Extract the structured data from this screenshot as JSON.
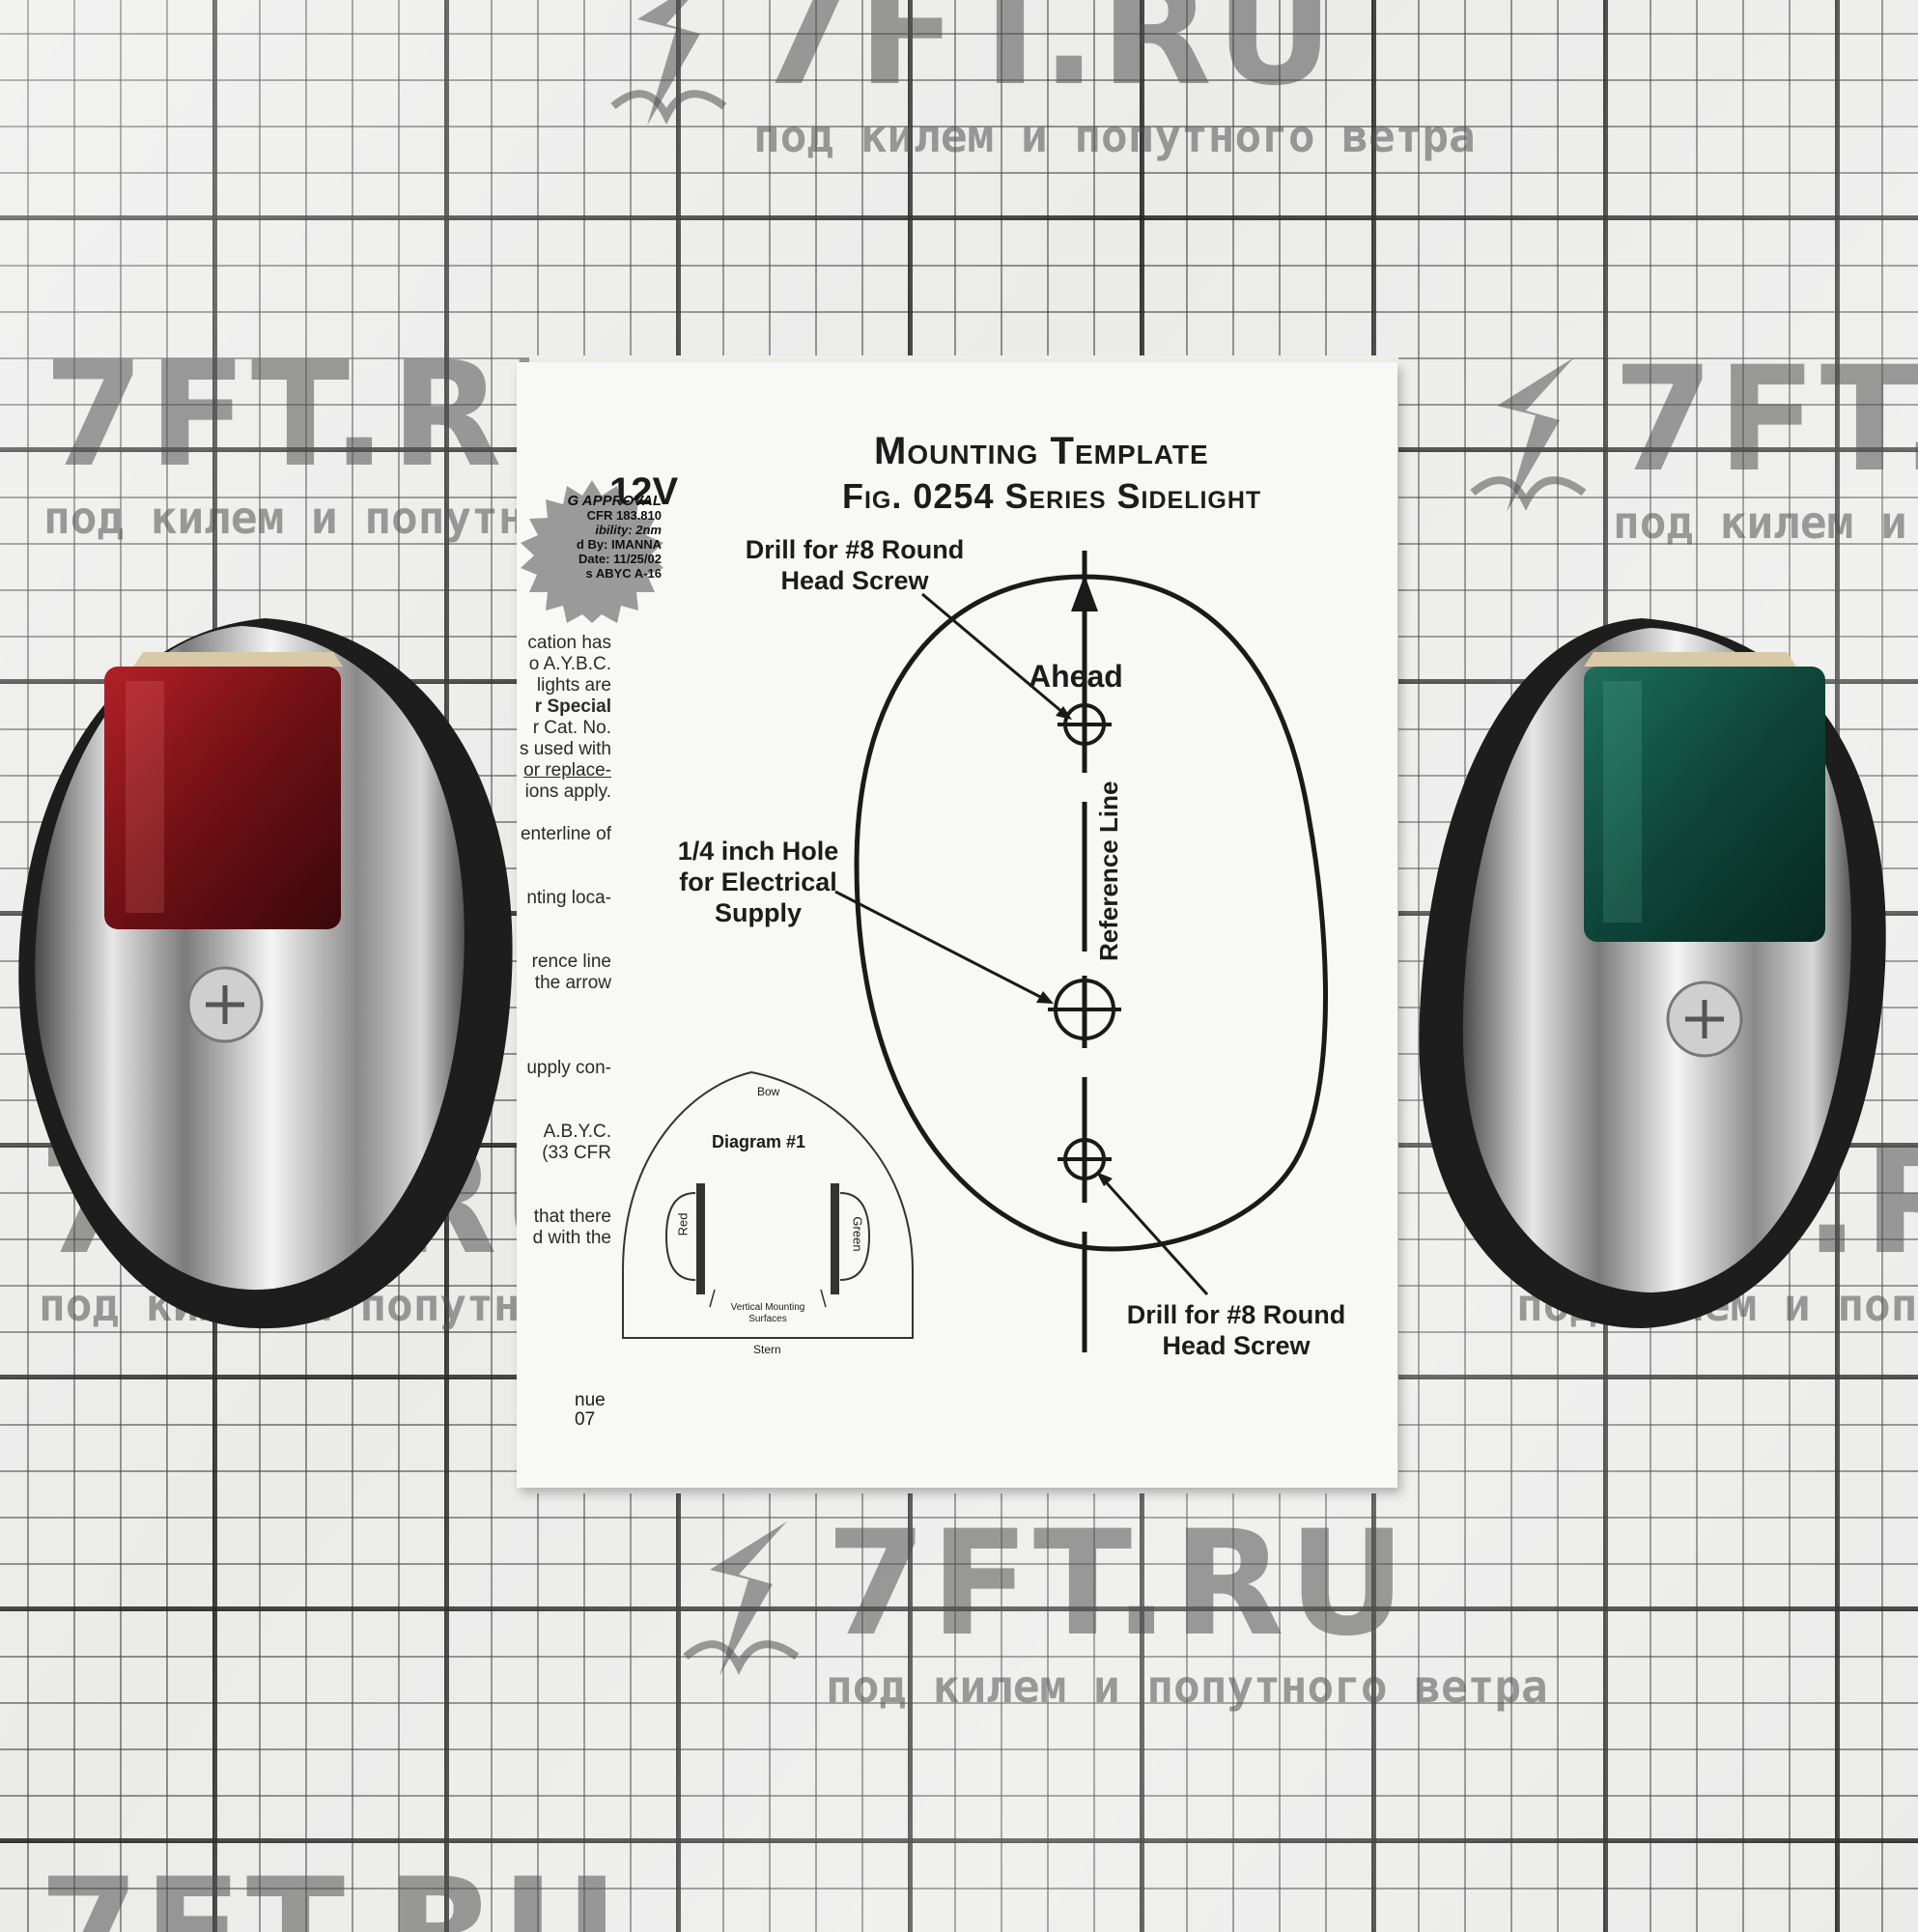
{
  "watermark": {
    "brand": "7FT.RU",
    "tagline": "под килем и попутного ветра"
  },
  "template": {
    "voltage": "12V",
    "title_line1": "Mounting Template",
    "title_line2": "Fig. 0254 Series Sidelight",
    "label_drill_top": [
      "Drill for #8 Round",
      "Head Screw"
    ],
    "label_ahead": "Ahead",
    "label_reference_line": "Reference Line",
    "label_hole": [
      "1/4 inch Hole",
      "for Electrical",
      "Supply"
    ],
    "label_drill_bottom": [
      "Drill for #8 Round",
      "Head Screw"
    ],
    "seal": [
      "G APPROVAL",
      "CFR 183.810",
      "ibility: 2nm",
      "d By: IMANNA",
      "Date: 11/25/02",
      "s ABYC A-16"
    ],
    "left_text": [
      "cation has",
      "o A.Y.B.C.",
      "lights are",
      "r Special",
      "r Cat. No.",
      "s used with",
      "or replace-",
      "ions apply.",
      "",
      "enterline of",
      "",
      "",
      "nting loca-",
      "",
      "",
      "rence line",
      "the arrow",
      "",
      "",
      "",
      "upply con-",
      "",
      "",
      "A.B.Y.C.",
      "(33 CFR",
      "",
      "",
      "that there",
      "d with the"
    ],
    "left_footer": [
      "nue",
      "07"
    ],
    "diagram": {
      "title": "Diagram #1",
      "bow": "Bow",
      "stern": "Stern",
      "red": "Red",
      "green": "Green",
      "surfaces": [
        "Vertical Mounting",
        "Surfaces"
      ]
    }
  },
  "lights": {
    "port_lens_color": "#7a1418",
    "starboard_lens_color": "#0f4a3c"
  }
}
